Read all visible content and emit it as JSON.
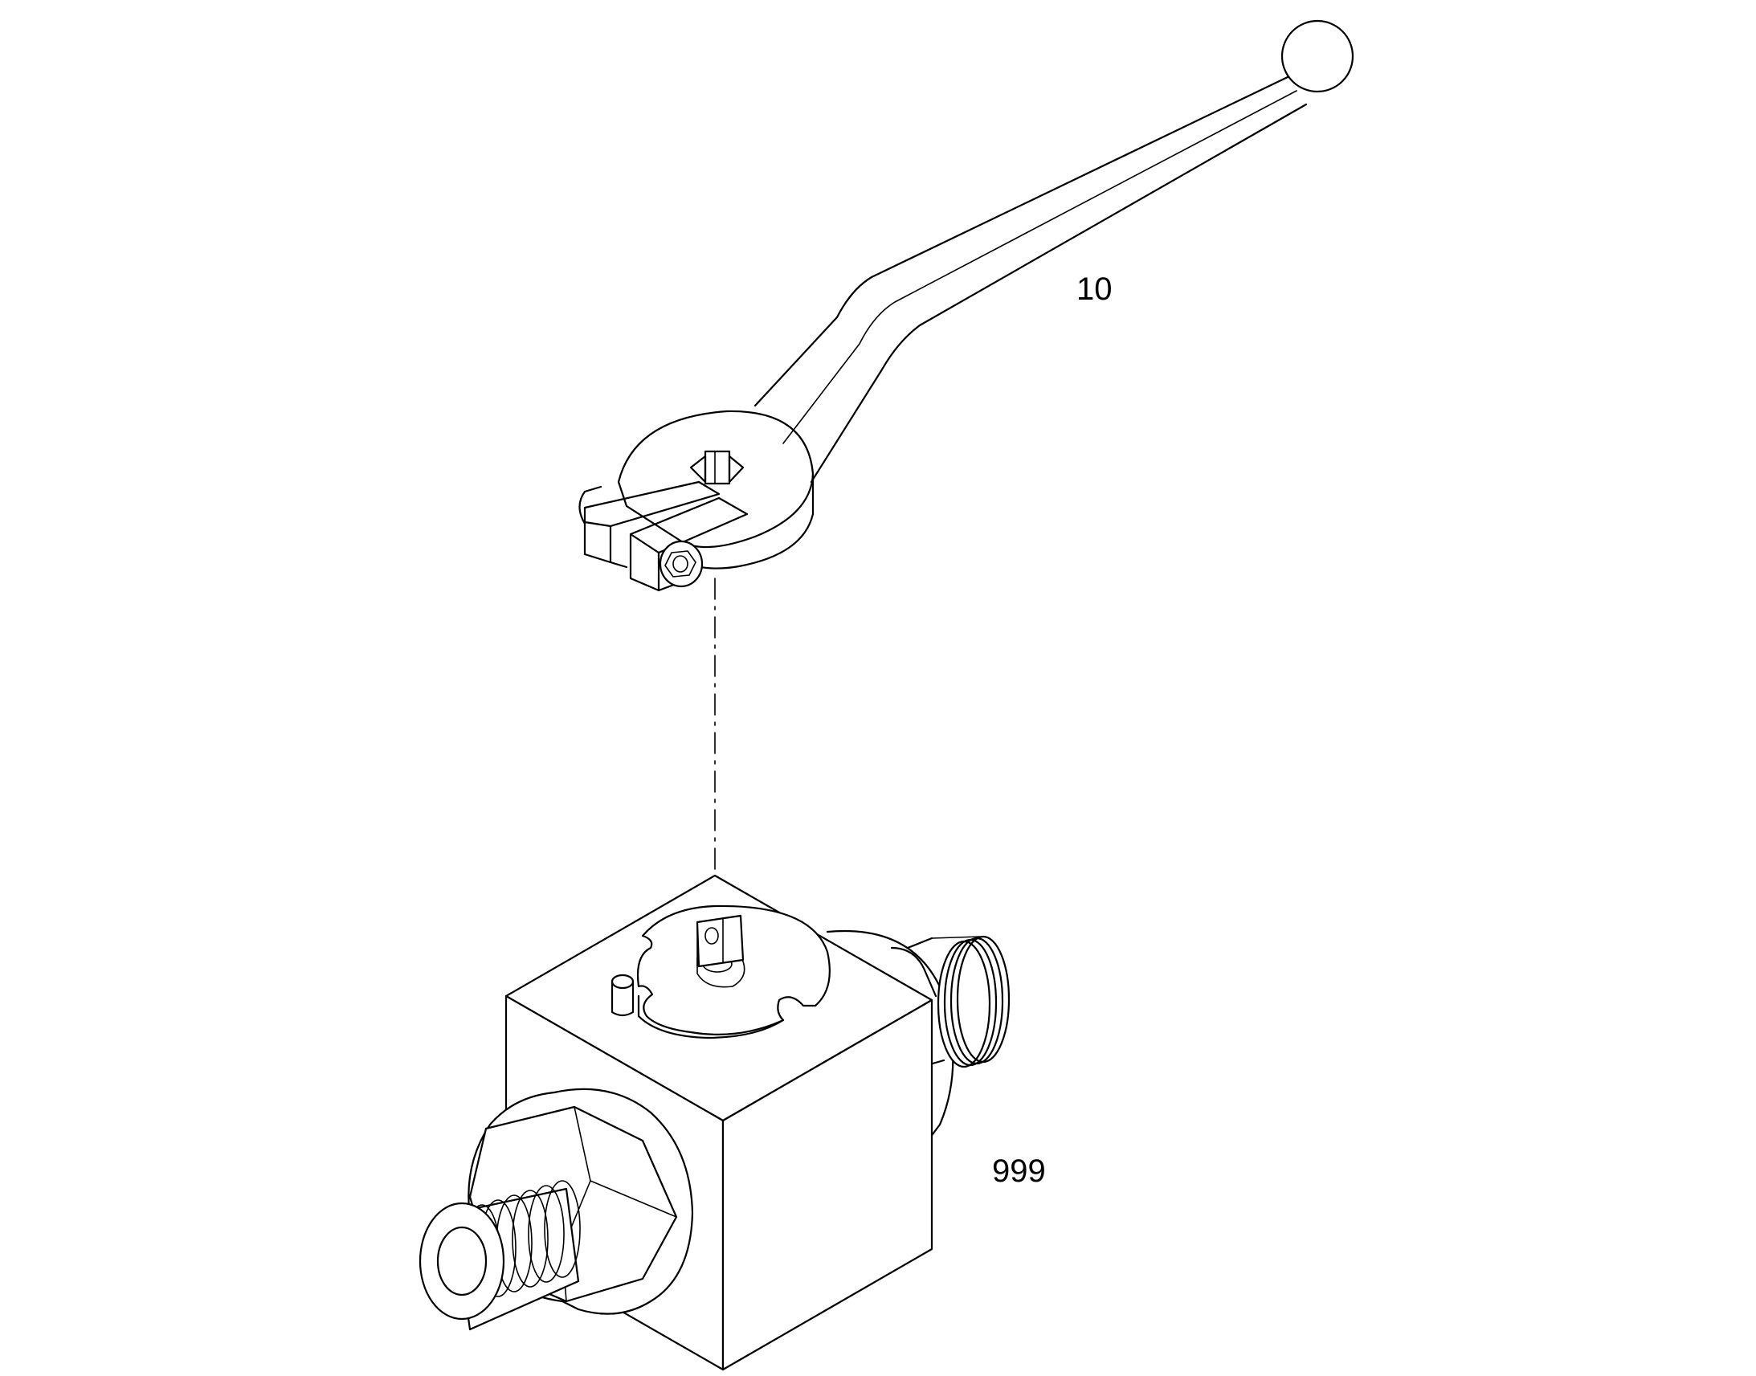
{
  "callouts": {
    "handle": "10",
    "valve_body": "999"
  },
  "parts": {
    "handle": "lever-handle-icon",
    "valve_body": "ball-valve-icon",
    "assembly_axis": "dash-dot-line"
  },
  "colors": {
    "line": "#000000",
    "background": "#ffffff"
  }
}
